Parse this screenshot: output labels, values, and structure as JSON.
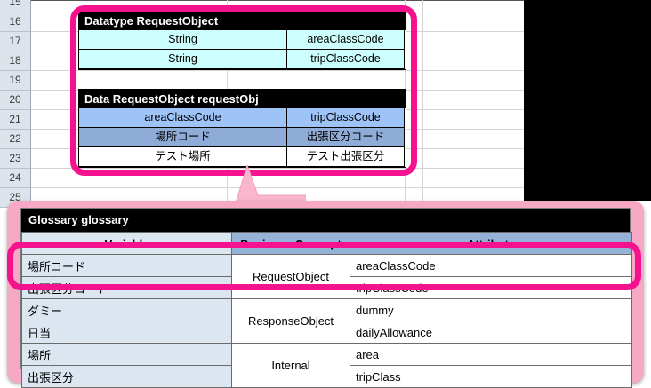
{
  "spreadsheet": {
    "row_numbers": [
      "15",
      "16",
      "17",
      "18",
      "19",
      "20",
      "21",
      "22",
      "23",
      "24",
      "25"
    ]
  },
  "datatype_table": {
    "title": "Datatype RequestObject",
    "rows": [
      {
        "type": "String",
        "name": "areaClassCode"
      },
      {
        "type": "String",
        "name": "tripClassCode"
      }
    ]
  },
  "data_table": {
    "title": "Data RequestObject requestObj",
    "header": {
      "left": "areaClassCode",
      "right": "tripClassCode"
    },
    "subheader": {
      "left": "場所コード",
      "right": "出張区分コード"
    },
    "values": {
      "left": "テスト場所",
      "right": "テスト出張区分"
    }
  },
  "glossary": {
    "title": "Glossary glossary",
    "columns": [
      "Variable",
      "Business Concept",
      "Attribute"
    ],
    "rows": [
      {
        "variable": "場所コード",
        "concept": "RequestObject",
        "concept_span": 2,
        "attribute": "areaClassCode"
      },
      {
        "variable": "出張区分コード",
        "concept": "",
        "concept_span": 0,
        "attribute": "tripClassCode"
      },
      {
        "variable": "ダミー",
        "concept": "ResponseObject",
        "concept_span": 2,
        "attribute": "dummy"
      },
      {
        "variable": "日当",
        "concept": "",
        "concept_span": 0,
        "attribute": "dailyAllowance"
      },
      {
        "variable": "場所",
        "concept": "Internal",
        "concept_span": 2,
        "attribute": "area"
      },
      {
        "variable": "出張区分",
        "concept": "",
        "concept_span": 0,
        "attribute": "tripClass"
      }
    ]
  },
  "colors": {
    "highlight_pink": "#f5128f",
    "panel_pink": "#f7a8c4",
    "arrow_pink": "#f9b6cd",
    "cyan_cell": "#ccfffd",
    "blue_cell": "#9dc3f7",
    "blue_cell_dark": "#8fabd7",
    "header_black": "#000000",
    "glossary_var_bg": "#dce6f1",
    "glossary_head_bg": "#95b3d7"
  }
}
